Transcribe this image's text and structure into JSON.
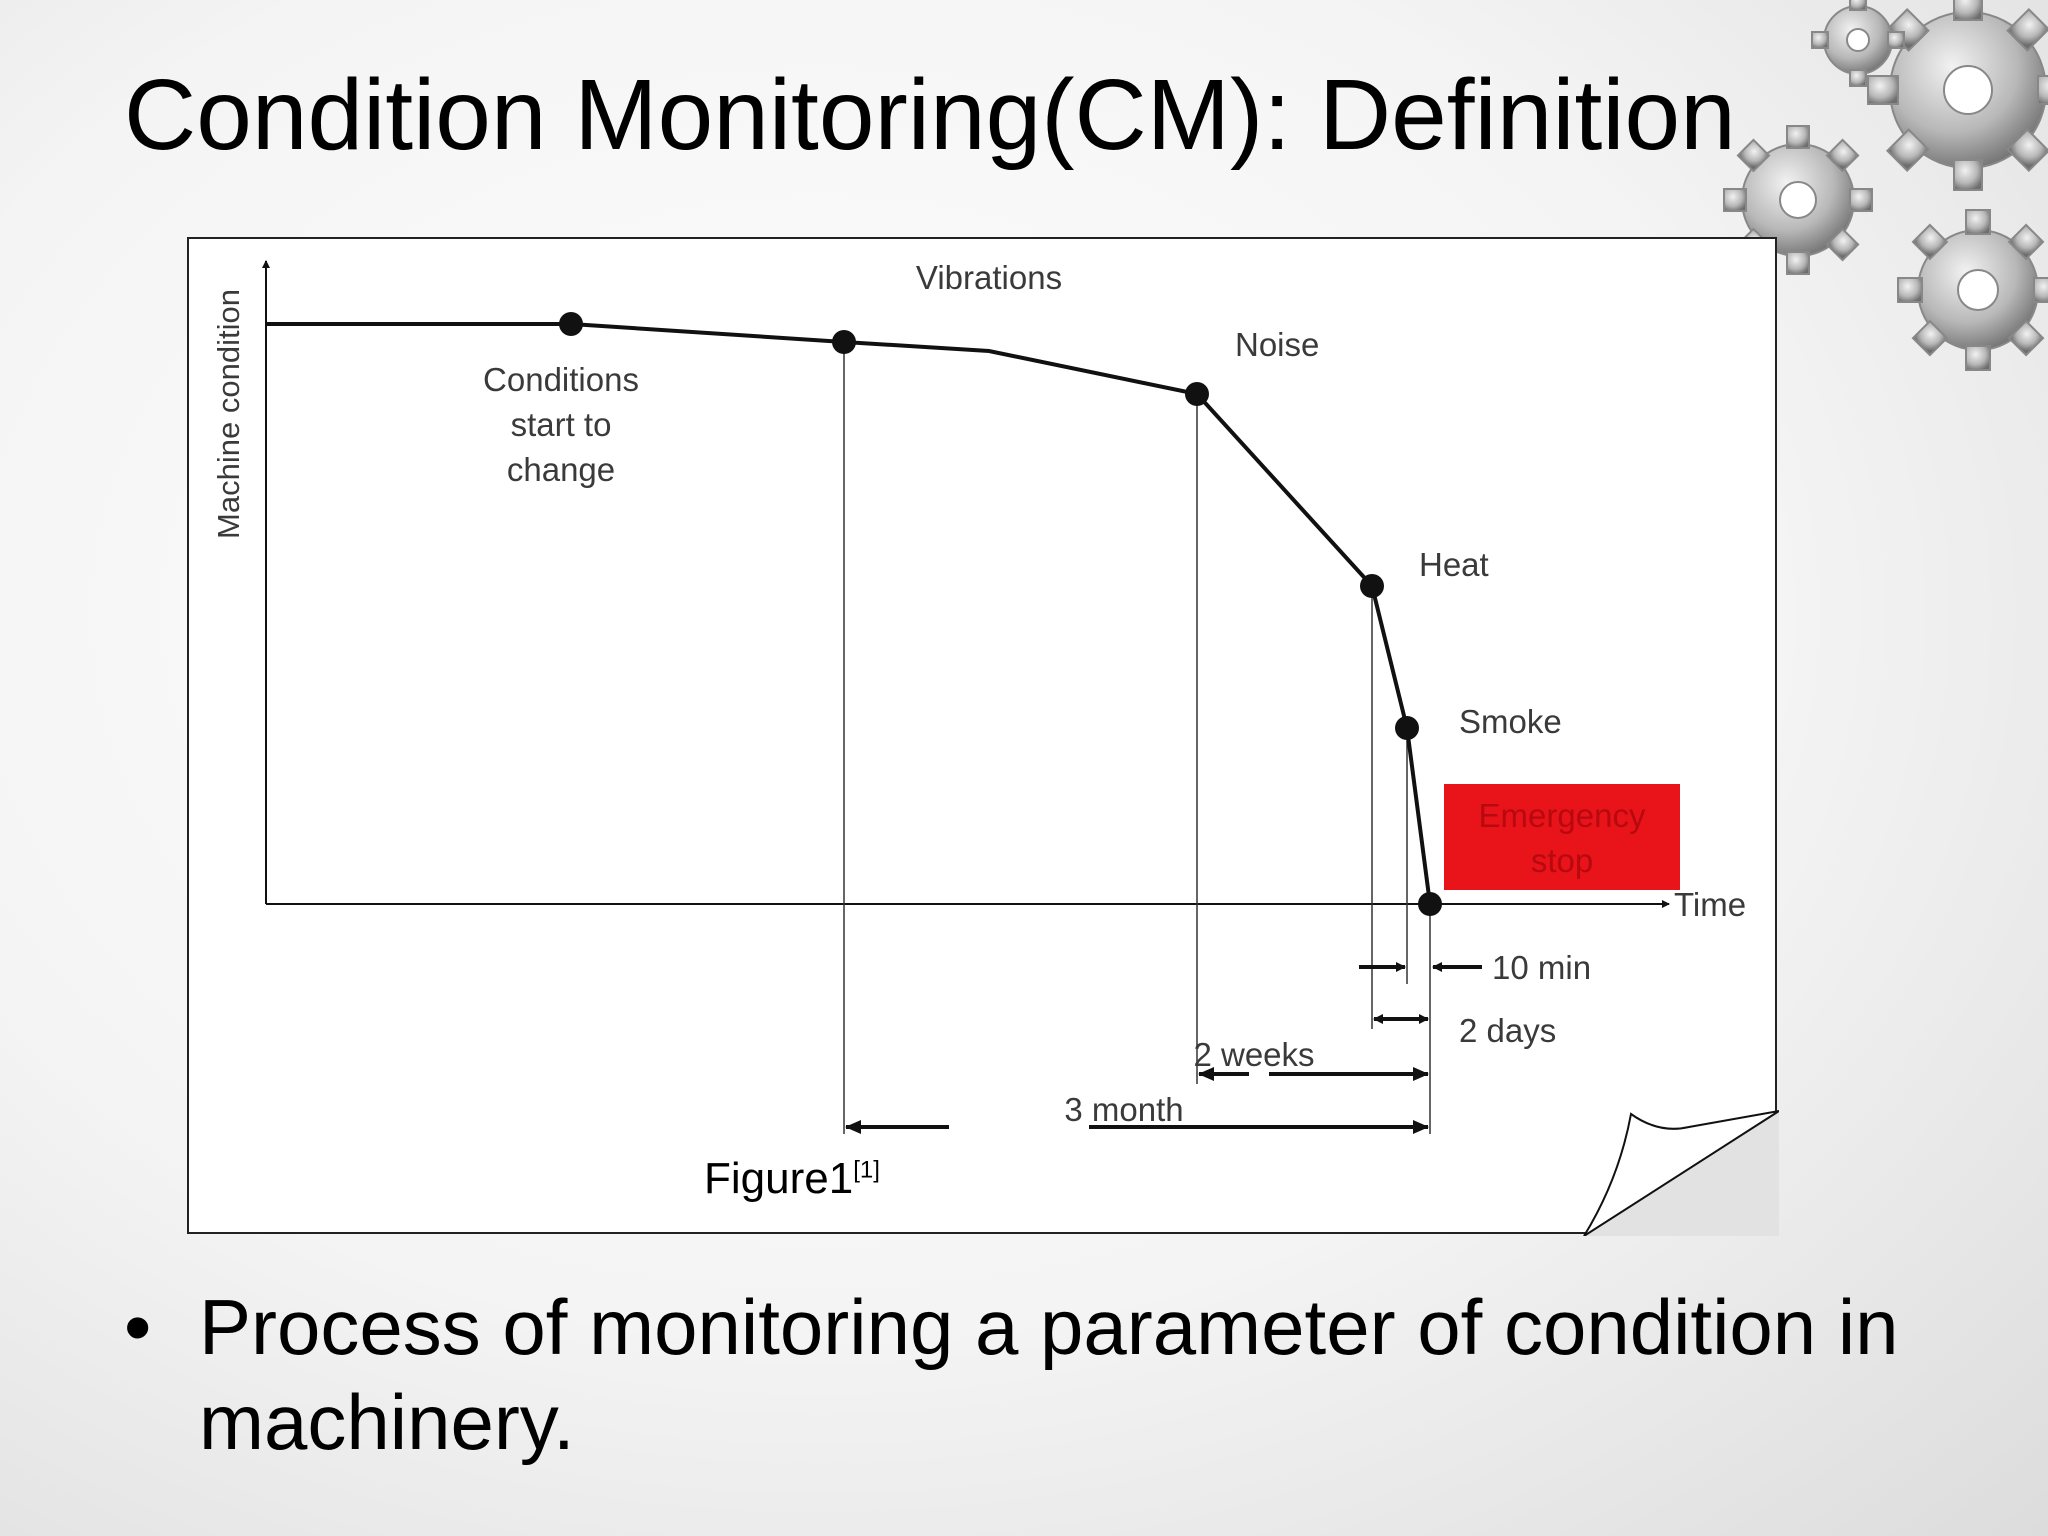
{
  "title": "Condition Monitoring(CM): Definition",
  "figure": {
    "y_axis_label": "Machine condition",
    "x_axis_label": "Time",
    "stages": {
      "conditions_change": [
        "Conditions",
        "start to",
        "change"
      ],
      "vibrations": "Vibrations",
      "noise": "Noise",
      "heat": "Heat",
      "smoke": "Smoke"
    },
    "emergency": [
      "Emergency",
      "stop"
    ],
    "intervals": {
      "ten_min": "10 min",
      "two_days": "2 days",
      "two_weeks": "2 weeks",
      "three_month": "3 month"
    },
    "caption": "Figure1",
    "caption_ref": "[1]"
  },
  "bullets": [
    {
      "marker": "•",
      "text": "Process of monitoring a parameter of condition in machinery."
    }
  ],
  "colors": {
    "emergency": "#e8141a",
    "curve": "#111111",
    "label": "#3a3a3a"
  },
  "decoration": "gears-graphic"
}
